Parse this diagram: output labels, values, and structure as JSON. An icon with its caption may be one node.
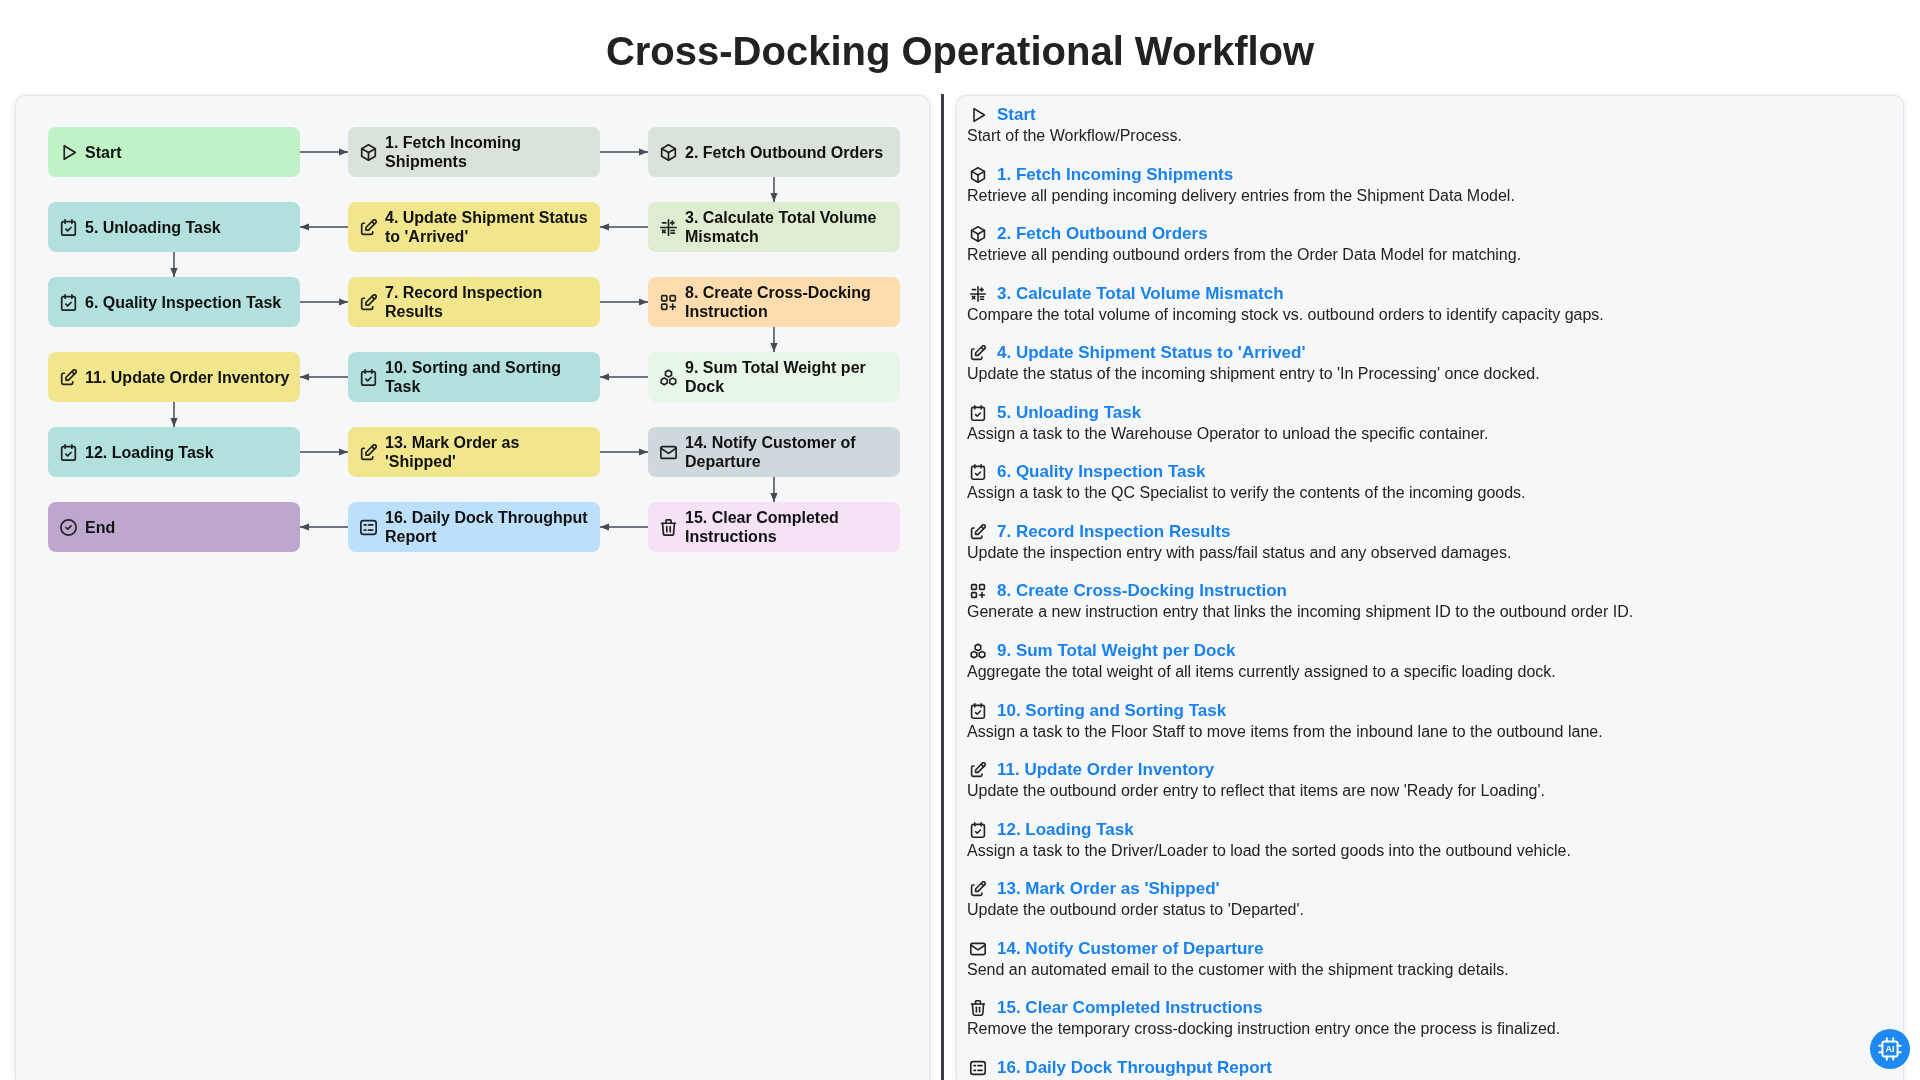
{
  "diagram": {
    "title": "Cross-Docking Operational Workflow",
    "nodes": [
      {
        "text": [
          "Start"
        ]
      },
      {
        "text": [
          "1. Fetch Incoming Shipments"
        ]
      },
      {
        "text": [
          "2. Fetch Outbound Orders"
        ]
      },
      {
        "text": [
          "3. Calculate Total Volume Mismatch"
        ]
      },
      {
        "text": [
          "4. Update Shipment Status to 'Arrived'"
        ]
      },
      {
        "text": [
          "5. Unloading Task"
        ]
      },
      {
        "text": [
          "6. Quality Inspection Task"
        ]
      },
      {
        "text": [
          "7. Record Inspection Results"
        ]
      },
      {
        "text": [
          "8. Create Cross-Docking Instruction"
        ]
      },
      {
        "text": [
          "9. Sum Total Weight per Dock"
        ]
      },
      {
        "text": [
          "10. Sorting and Sorting Task"
        ]
      },
      {
        "text": [
          "11. Update Order Inventory"
        ]
      },
      {
        "text": [
          "12. Loading Task"
        ]
      },
      {
        "text": [
          "13. Mark Order as 'Shipped'"
        ]
      },
      {
        "text": [
          "14. Notify Customer of Departure"
        ]
      },
      {
        "text": [
          "15. Clear Completed Instructions"
        ]
      },
      {
        "text": [
          "16. Daily Dock Throughput Report"
        ]
      },
      {
        "text": [
          "End"
        ]
      }
    ],
    "edges": [
      {
        "from": 0,
        "to": 1,
        "arrow": "to"
      },
      {
        "from": 1,
        "to": 2,
        "arrow": "to"
      },
      {
        "from": 2,
        "to": 3,
        "arrow": "to"
      },
      {
        "from": 3,
        "to": 4,
        "arrow": "to"
      },
      {
        "from": 4,
        "to": 5,
        "arrow": "to"
      },
      {
        "from": 5,
        "to": 6,
        "arrow": "to"
      },
      {
        "from": 6,
        "to": 7,
        "arrow": "to"
      },
      {
        "from": 7,
        "to": 8,
        "arrow": "to"
      },
      {
        "from": 8,
        "to": 9,
        "arrow": "to"
      },
      {
        "from": 9,
        "to": 10,
        "arrow": "to"
      },
      {
        "from": 10,
        "to": 11,
        "arrow": "to"
      },
      {
        "from": 11,
        "to": 12,
        "arrow": "to"
      },
      {
        "from": 12,
        "to": 13,
        "arrow": "to"
      },
      {
        "from": 13,
        "to": 14,
        "arrow": "to"
      },
      {
        "from": 14,
        "to": 15,
        "arrow": "to"
      },
      {
        "from": 15,
        "to": 16,
        "arrow": "to"
      },
      {
        "from": 16,
        "to": 17,
        "arrow": "to"
      }
    ],
    "labels": [
      "Start",
      "Start of the Workflow/Process.",
      "1. Fetch Incoming Shipments",
      "Retrieve all pending incoming delivery entries from the Shipment Data Model.",
      "2. Fetch Outbound Orders",
      "Retrieve all pending outbound orders from the Order Data Model for matching.",
      "3. Calculate Total Volume Mismatch",
      "Compare the total volume of incoming stock vs. outbound orders to identify capacity gaps.",
      "4. Update Shipment Status to 'Arrived'",
      "Update the status of the incoming shipment entry to 'In Processing' once docked.",
      "5. Unloading Task",
      "Assign a task to the Warehouse Operator to unload the specific container.",
      "6. Quality Inspection Task",
      "Assign a task to the QC Specialist to verify the contents of the incoming goods.",
      "7. Record Inspection Results",
      "Update the inspection entry with pass/fail status and any observed damages.",
      "8. Create Cross-Docking Instruction",
      "Generate a new instruction entry that links the incoming shipment ID to the outbound order ID.",
      "9. Sum Total Weight per Dock",
      "Aggregate the total weight of all items currently assigned to a specific loading dock.",
      "10. Sorting and Sorting Task",
      "Assign a task to the Floor Staff to move items from the inbound lane to the outbound lane.",
      "11. Update Order Inventory",
      "Update the outbound order entry to reflect that items are now 'Ready for Loading'.",
      "12. Loading Task",
      "Assign a task to the Driver/Loader to load the sorted goods into the outbound vehicle.",
      "13. Mark Order as 'Shipped'",
      "Update the outbound order status to 'Departed'.",
      "14. Notify Customer of Departure",
      "Send an automated email to the customer with the shipment tracking details.",
      "15. Clear Completed Instructions",
      "Remove the temporary cross-docking instruction entry once the process is finalized.",
      "16. Daily Dock Throughput Report",
      "AI"
    ]
  }
}
